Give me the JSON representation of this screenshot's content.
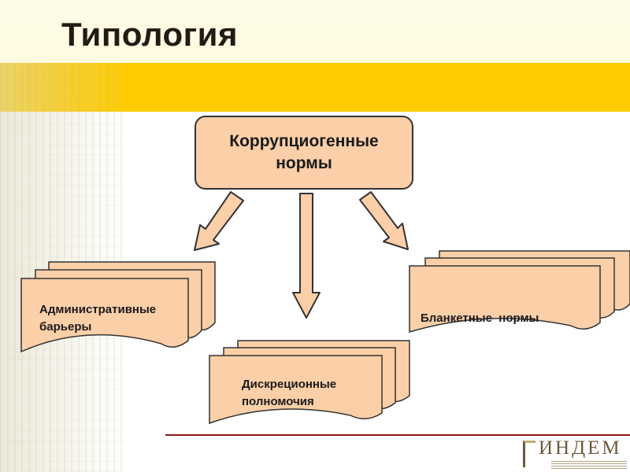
{
  "title": "Типология",
  "root": {
    "line1": "Коррупциогенные",
    "line2": "нормы"
  },
  "nodes": [
    {
      "line1": "Административные",
      "line2": "барьеры"
    },
    {
      "line1": "Дискреционные",
      "line2": "полномочия"
    },
    {
      "line1": "Бланкетные  нормы",
      "line2": ""
    }
  ],
  "logo": {
    "text": "ИНДЕМ"
  },
  "colors": {
    "node_fill": "#fbcfa8",
    "stroke": "#333333",
    "band_yellow": "#ffcc00",
    "accent_line": "#8a1818"
  }
}
